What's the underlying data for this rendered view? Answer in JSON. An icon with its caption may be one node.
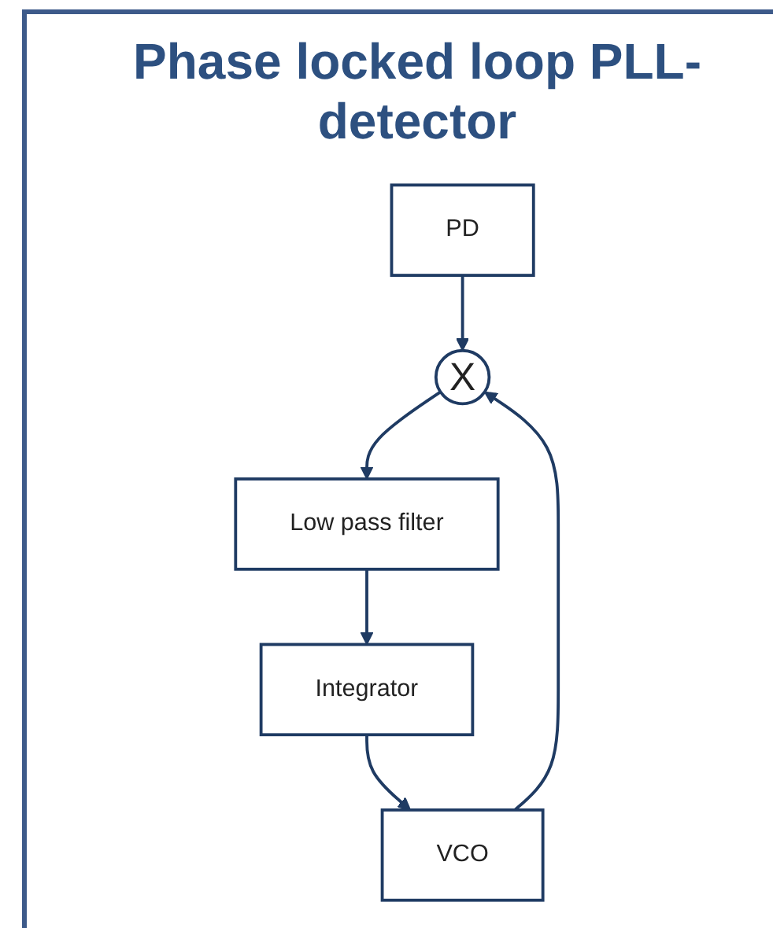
{
  "diagram": {
    "title": "Phase locked loop PLL-detector",
    "nodes": [
      {
        "text": [
          "PD"
        ]
      },
      {
        "text": [
          "X"
        ]
      },
      {
        "text": [
          "Low pass filter"
        ]
      },
      {
        "text": [
          "Integrator"
        ]
      },
      {
        "text": [
          "VCO"
        ]
      }
    ],
    "edges": [
      {
        "from": 0,
        "to": 1,
        "arrow": "to"
      },
      {
        "from": 1,
        "to": 2,
        "arrow": "to"
      },
      {
        "from": 2,
        "to": 3,
        "arrow": "to"
      },
      {
        "from": 3,
        "to": 4,
        "arrow": "to"
      },
      {
        "from": 4,
        "to": 1,
        "arrow": "to"
      }
    ]
  }
}
